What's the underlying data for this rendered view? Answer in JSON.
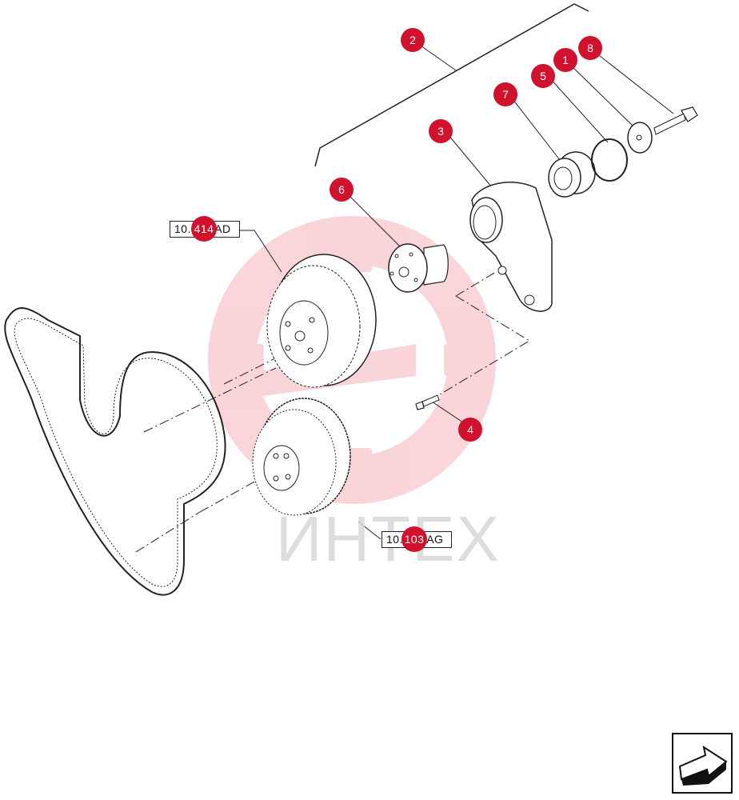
{
  "watermark": {
    "text": "ИНТЕХ"
  },
  "callouts": [
    {
      "id": "callout-1",
      "label": "1"
    },
    {
      "id": "callout-2",
      "label": "2"
    },
    {
      "id": "callout-3",
      "label": "3"
    },
    {
      "id": "callout-4",
      "label": "4"
    },
    {
      "id": "callout-5",
      "label": "5"
    },
    {
      "id": "callout-6",
      "label": "6"
    },
    {
      "id": "callout-7",
      "label": "7"
    },
    {
      "id": "callout-8",
      "label": "8"
    }
  ],
  "references": {
    "upper": {
      "text": "10.414.AD",
      "badge": "414"
    },
    "lower": {
      "text": "10.103.AG",
      "badge": "103"
    }
  },
  "colors": {
    "callout": "#d0122c",
    "line": "#222222",
    "watermark": "#f2b8bf"
  },
  "nav_icon": "next-page-arrow-icon"
}
